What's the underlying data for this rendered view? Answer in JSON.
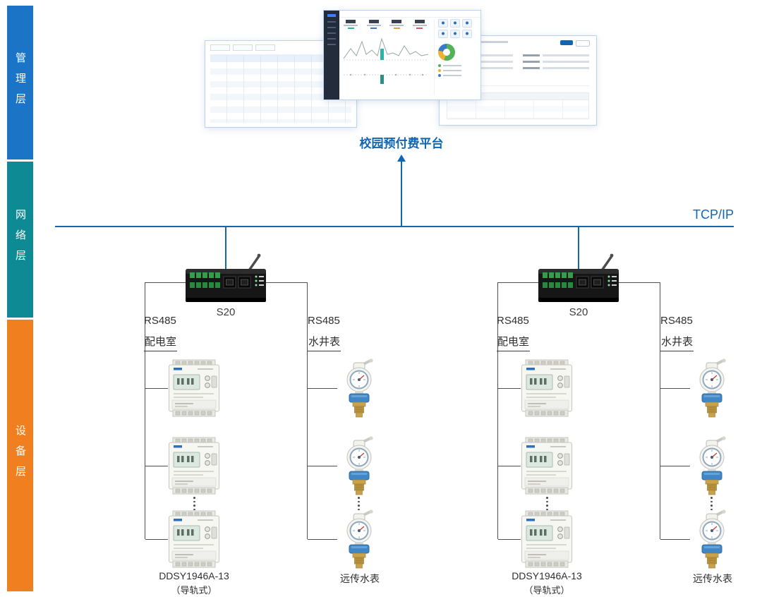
{
  "colors": {
    "accent": "#1266b1",
    "line": "#4d5156",
    "layer-management": "#1b74c5",
    "layer-network": "#0d8a93",
    "layer-device": "#f0801f"
  },
  "layers": [
    {
      "label": "管理层"
    },
    {
      "label": "网络层"
    },
    {
      "label": "设备层"
    }
  ],
  "platform": {
    "title": "校园预付费平台"
  },
  "network": {
    "label": "TCP/IP"
  },
  "groups": [
    {
      "gateway_label": "S20",
      "meter_branch": {
        "bus_label": "RS485",
        "location_label": "配电室",
        "device_label": "DDSY1946A-13",
        "device_note": "（导轨式）"
      },
      "water_branch": {
        "bus_label": "RS485",
        "location_label": "水井表",
        "device_label": "远传水表"
      }
    },
    {
      "gateway_label": "S20",
      "meter_branch": {
        "bus_label": "RS485",
        "location_label": "配电室",
        "device_label": "DDSY1946A-13",
        "device_note": "（导轨式）"
      },
      "water_branch": {
        "bus_label": "RS485",
        "location_label": "水井表",
        "device_label": "远传水表"
      }
    }
  ]
}
